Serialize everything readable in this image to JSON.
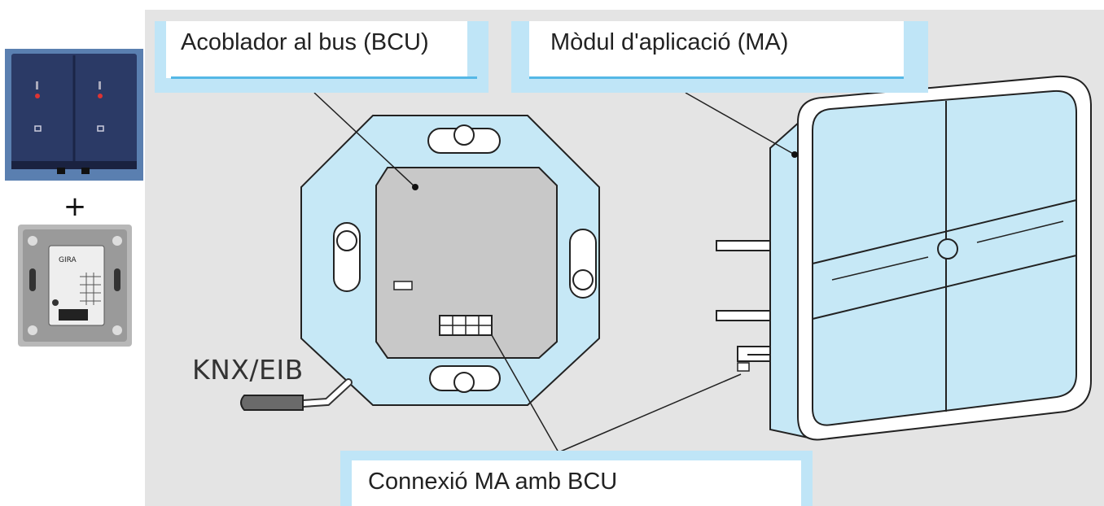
{
  "labels": {
    "bcu": "Acoblador al bus (BCU)",
    "ma": "Mòdul d'aplicació (MA)",
    "connection": "Connexió MA amb BCU"
  },
  "cable_label": "KNX/EIB",
  "plus_symbol": "+",
  "colors": {
    "background": "#e4e4e4",
    "label_band": "#bfe5f7",
    "part_fill": "#c6e8f6",
    "bcu_body": "#c8c8c8",
    "photo_switch": "#2b3a66"
  },
  "photo_bcu": {
    "brand_text": "GIRA"
  }
}
